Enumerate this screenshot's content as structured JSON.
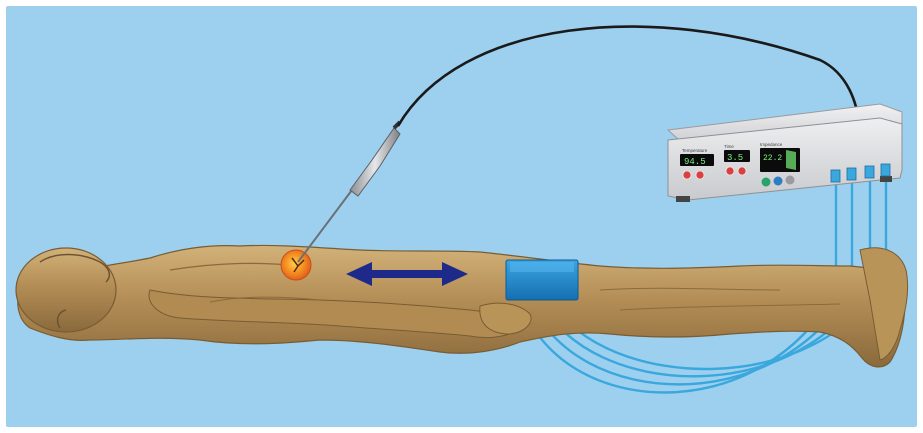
{
  "scene": {
    "colors": {
      "background": "#9cd0ee",
      "body": "#b8955a",
      "electrode_pad": "#1f8fd0",
      "arrow": "#1d2a8a",
      "ablation_zone": "#f07a18",
      "cables": "#39a6dc",
      "generator": "#dcdde0"
    },
    "figures": {
      "patient": "patient-figure",
      "needle_probe": "needle-probe",
      "ablation_zone": "ablation-zone-icon",
      "current_arrow": "double-arrow-icon",
      "grounding_pad": "grounding-pad",
      "rf_generator": "rf-generator"
    },
    "generator": {
      "display1_label": "Temperature",
      "display1_value": "94.5",
      "display2_label": "Time",
      "display2_value": "3.5",
      "display3_label": "Impedance",
      "display3_value": "22.2"
    }
  }
}
